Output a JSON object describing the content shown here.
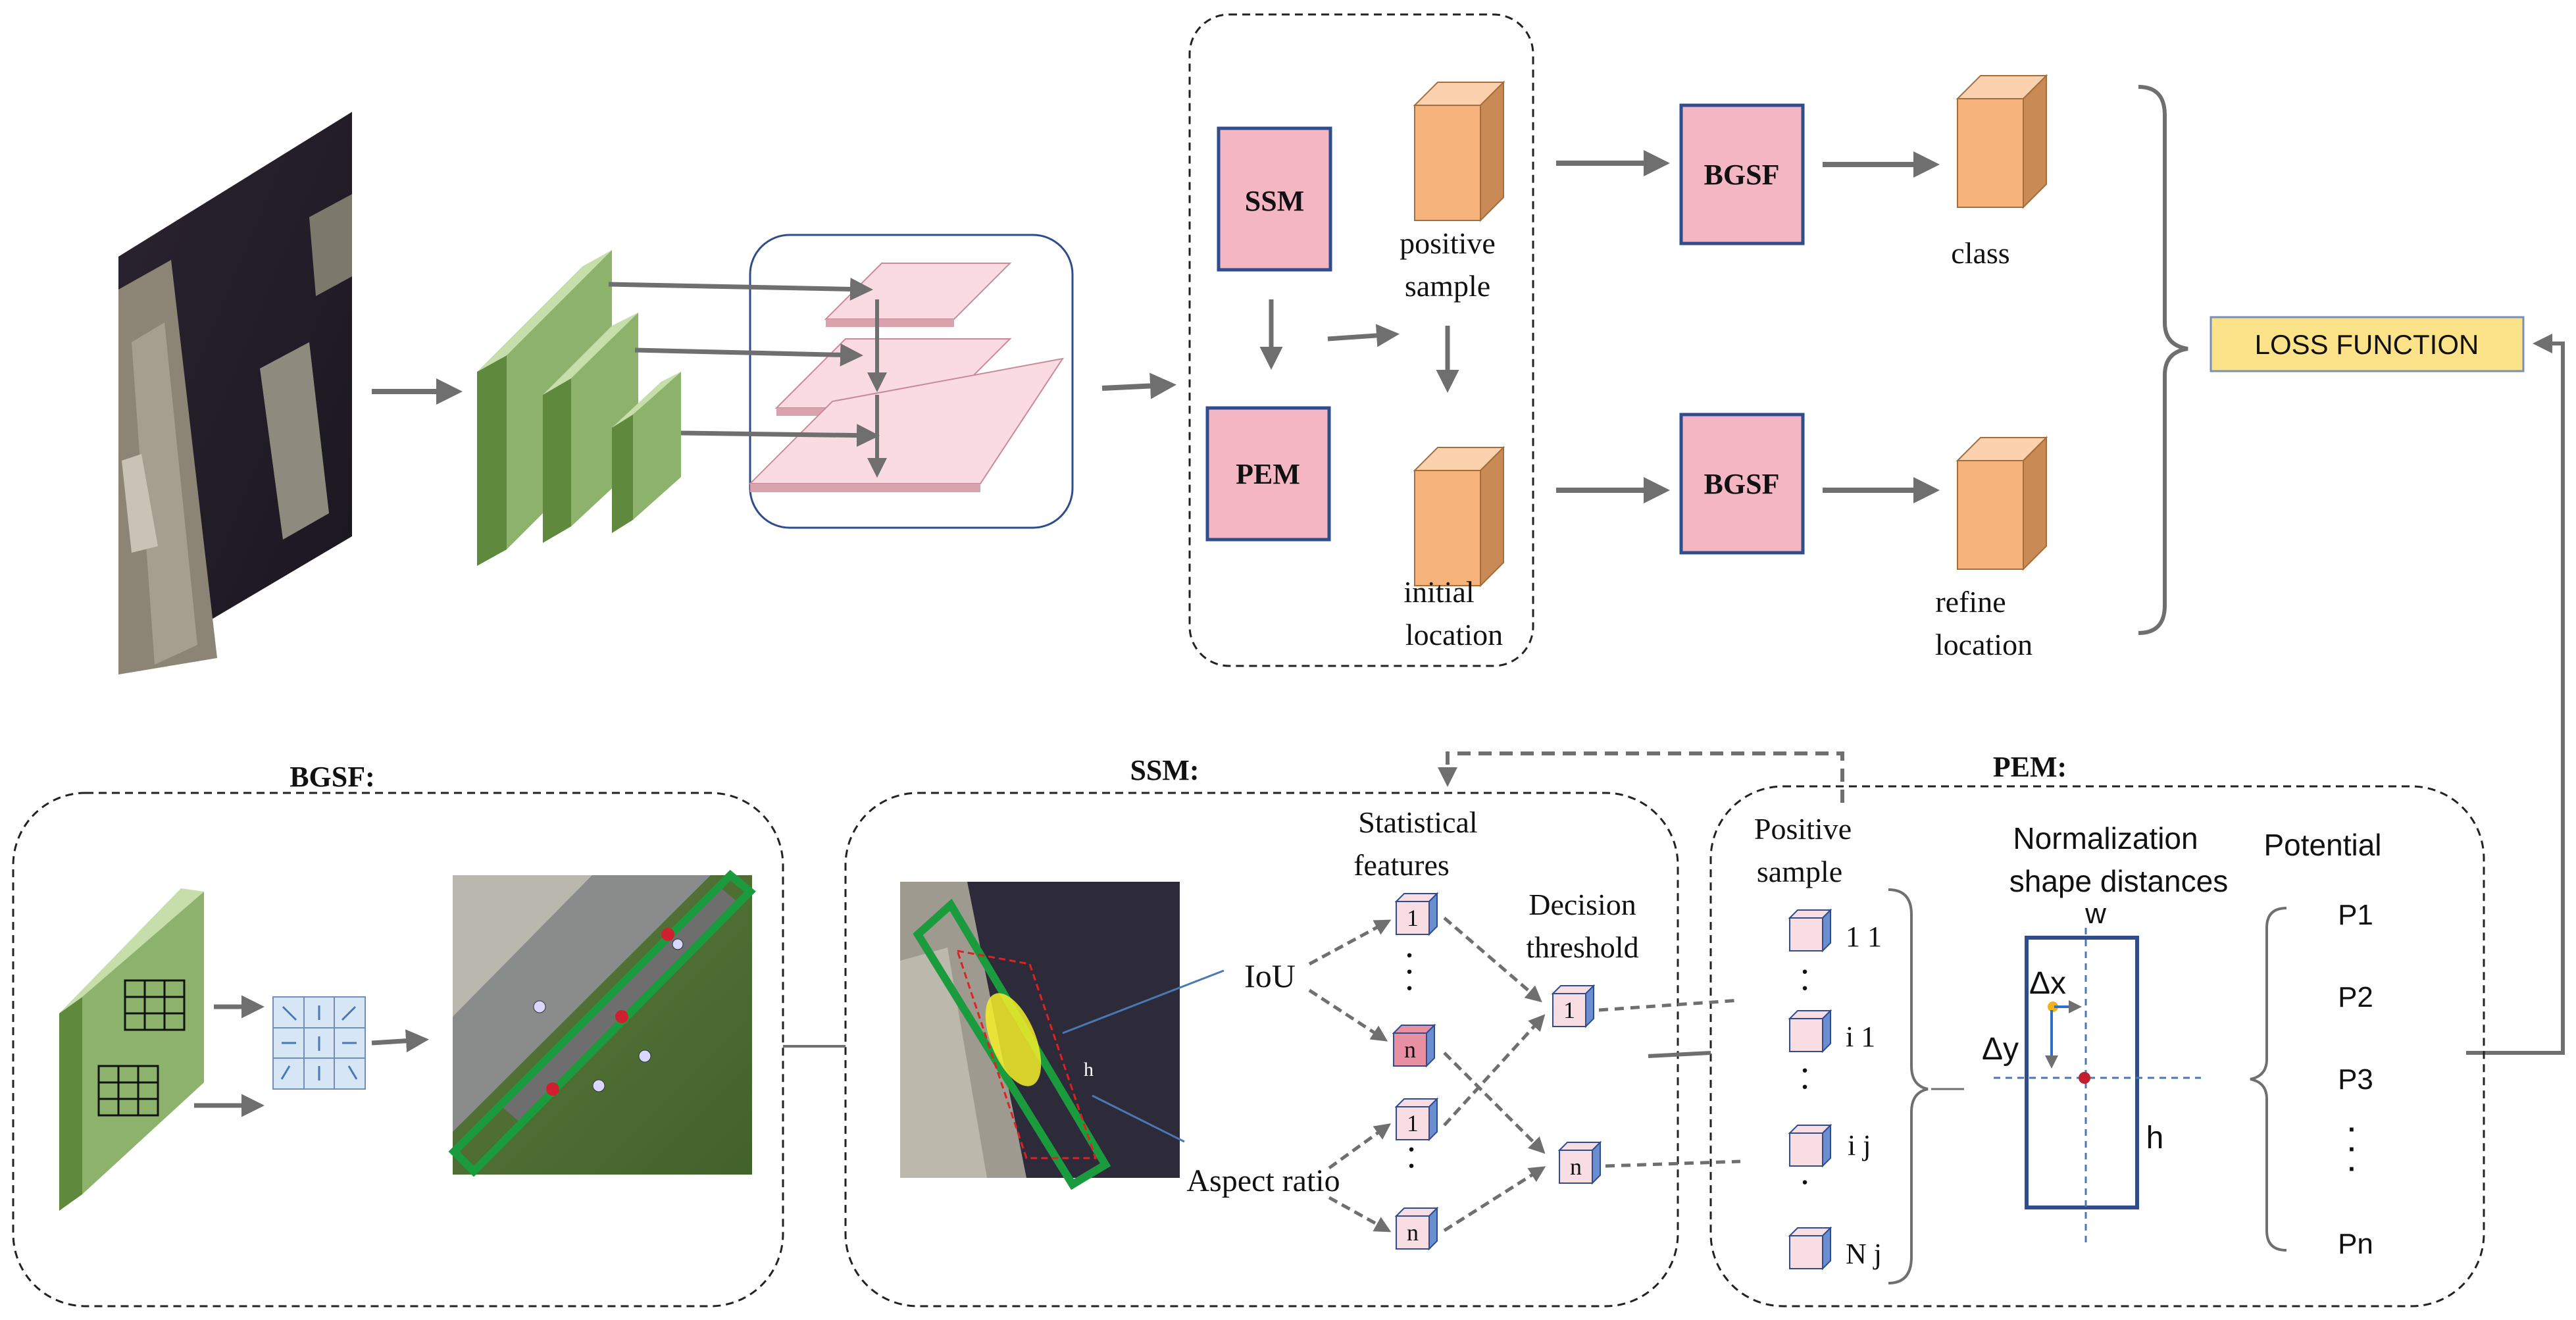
{
  "top": {
    "ssm_label": "SSM",
    "pem_label": "PEM",
    "positive_sample_line1": "positive",
    "positive_sample_line2": "sample",
    "initial_location_line1": "initial",
    "initial_location_line2": "location",
    "bgsf_top_label": "BGSF",
    "bgsf_bottom_label": "BGSF",
    "class_label": "class",
    "refine_location_line1": "refine",
    "refine_location_line2": "location",
    "loss_function_label": "LOSS FUNCTION"
  },
  "bottom": {
    "bgsf_section_title": "BGSF:",
    "ssm_section_title": "SSM:",
    "pem_section_title": "PEM:",
    "h_label": "h",
    "iou_label": "IoU",
    "aspect_ratio_label": "Aspect ratio",
    "statistical_features_line1": "Statistical",
    "statistical_features_line2": "features",
    "decision_threshold_line1": "Decision",
    "decision_threshold_line2": "threshold",
    "cube_1a": "1",
    "cube_na": "n",
    "cube_1b": "1",
    "cube_nb": "n",
    "decision_1": "1",
    "decision_n": "n",
    "positive_sample_line1": "Positive",
    "positive_sample_line2": "sample",
    "ps_items": [
      "1 1",
      "i 1",
      "i j",
      "N j"
    ],
    "normalization_line1": "Normalization",
    "normalization_line2": "shape distances",
    "w_label": "w",
    "h_box_label": "h",
    "dx_label": "Δx",
    "dy_label": "Δy",
    "potential_label": "Potential",
    "potential_items": [
      "P1",
      "P2",
      "P3",
      "Pn"
    ]
  },
  "colors": {
    "green_fill": "#8db26c",
    "green_face": "#c5deaa",
    "pink_box": "#f4b6c2",
    "orange_cube": "#f5b27a",
    "loss_fill": "#fce38a",
    "box_stroke": "#2f4d8c",
    "arrow_gray": "#6f6f6f"
  }
}
